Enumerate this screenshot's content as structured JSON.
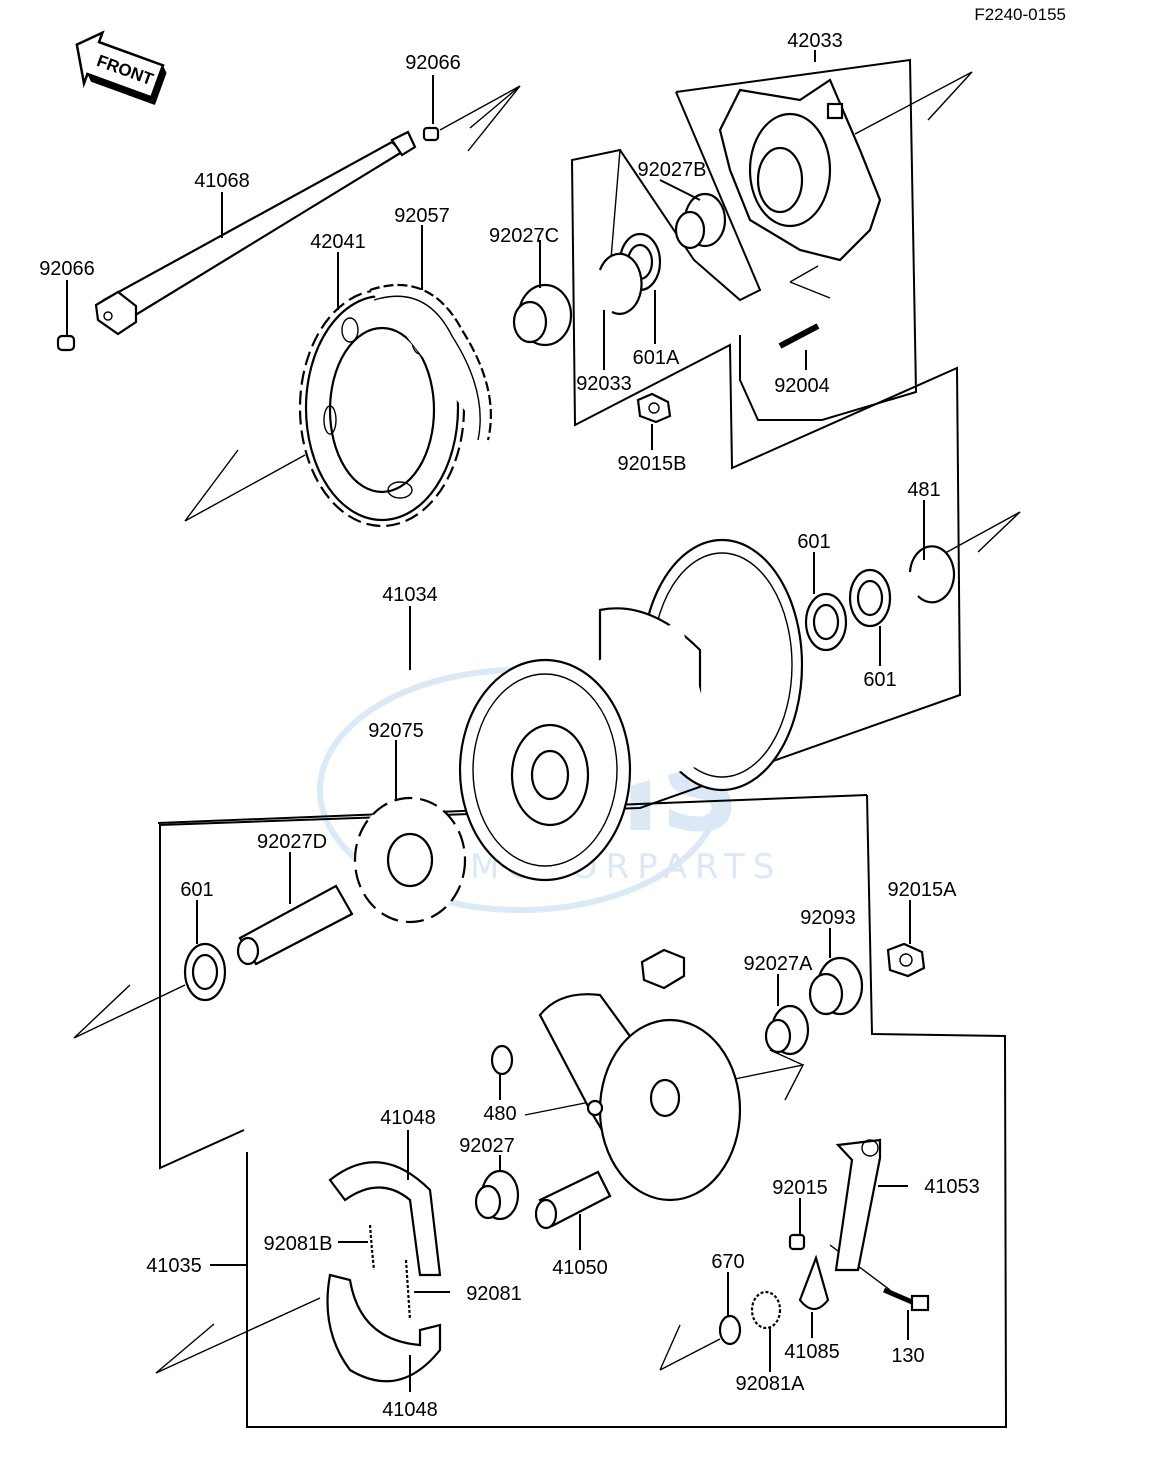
{
  "diagram": {
    "figure_code": "F2240-0155",
    "front_arrow_text": "FRONT",
    "watermark": {
      "brand": "CMS",
      "subtitle": "MOTORPARTS"
    },
    "parts": [
      {
        "id": "92066_top",
        "number": "92066"
      },
      {
        "id": "41068",
        "number": "41068"
      },
      {
        "id": "92066_left",
        "number": "92066"
      },
      {
        "id": "42041",
        "number": "42041"
      },
      {
        "id": "92057",
        "number": "92057"
      },
      {
        "id": "42033",
        "number": "42033"
      },
      {
        "id": "92027B",
        "number": "92027B"
      },
      {
        "id": "92027C",
        "number": "92027C"
      },
      {
        "id": "92033",
        "number": "92033"
      },
      {
        "id": "601A",
        "number": "601A"
      },
      {
        "id": "92004",
        "number": "92004"
      },
      {
        "id": "92015B",
        "number": "92015B"
      },
      {
        "id": "481",
        "number": "481"
      },
      {
        "id": "601_upper",
        "number": "601"
      },
      {
        "id": "601_right",
        "number": "601"
      },
      {
        "id": "41034",
        "number": "41034"
      },
      {
        "id": "92075",
        "number": "92075"
      },
      {
        "id": "92027D",
        "number": "92027D"
      },
      {
        "id": "601_left",
        "number": "601"
      },
      {
        "id": "92015A",
        "number": "92015A"
      },
      {
        "id": "92093",
        "number": "92093"
      },
      {
        "id": "92027A",
        "number": "92027A"
      },
      {
        "id": "480",
        "number": "480"
      },
      {
        "id": "41048_top",
        "number": "41048"
      },
      {
        "id": "92027",
        "number": "92027"
      },
      {
        "id": "92081B",
        "number": "92081B"
      },
      {
        "id": "41035",
        "number": "41035"
      },
      {
        "id": "92081",
        "number": "92081"
      },
      {
        "id": "41050",
        "number": "41050"
      },
      {
        "id": "41048_bottom",
        "number": "41048"
      },
      {
        "id": "670",
        "number": "670"
      },
      {
        "id": "92015",
        "number": "92015"
      },
      {
        "id": "41053",
        "number": "41053"
      },
      {
        "id": "41085",
        "number": "41085"
      },
      {
        "id": "130",
        "number": "130"
      },
      {
        "id": "92081A",
        "number": "92081A"
      }
    ]
  }
}
